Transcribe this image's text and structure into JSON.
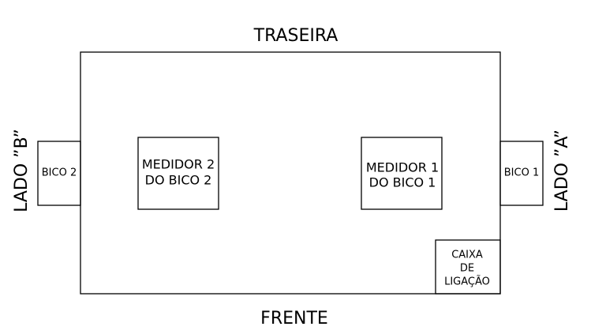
{
  "labels": {
    "top": "TRASEIRA",
    "bottom": "FRENTE",
    "left": "LADO ”B”",
    "right": "LADO ”A”"
  },
  "nozzles": {
    "left": "BICO 2",
    "right": "BICO 1"
  },
  "meters": {
    "left": {
      "line1": "MEDIDOR 2",
      "line2": "DO BICO 2"
    },
    "right": {
      "line1": "MEDIDOR 1",
      "line2": "DO BICO 1"
    }
  },
  "junction_box": {
    "line1": "CAIXA",
    "line2": "DE",
    "line3": "LIGAÇÃO"
  }
}
